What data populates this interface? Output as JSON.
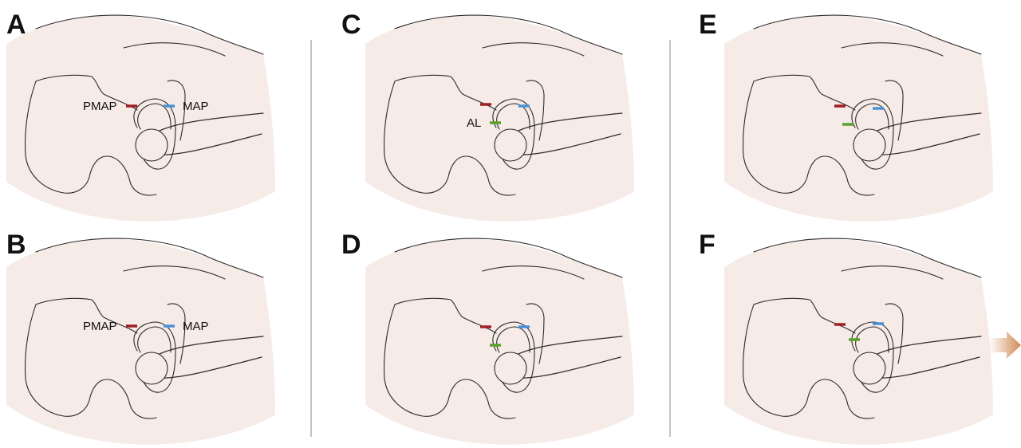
{
  "panels": [
    {
      "letter": "A",
      "labels": {
        "pmap": "PMAP",
        "map": "MAP"
      }
    },
    {
      "letter": "B",
      "labels": {
        "pmap": "PMAP",
        "map": "MAP"
      }
    },
    {
      "letter": "C",
      "labels": {
        "al": "AL"
      }
    },
    {
      "letter": "D",
      "labels": {}
    },
    {
      "letter": "E",
      "labels": {}
    },
    {
      "letter": "F",
      "labels": {}
    }
  ],
  "colors": {
    "background": "#ffffff",
    "skin": "#f6ebe6",
    "outline": "#2b2b2b",
    "divider": "#8a8a8a",
    "pmap_marker": "#a01e24",
    "map_marker": "#4a90d9",
    "al_marker": "#5aa02c",
    "arrow": "#d08a55"
  },
  "icons": {
    "traction_arrow": "right-arrow-icon"
  }
}
